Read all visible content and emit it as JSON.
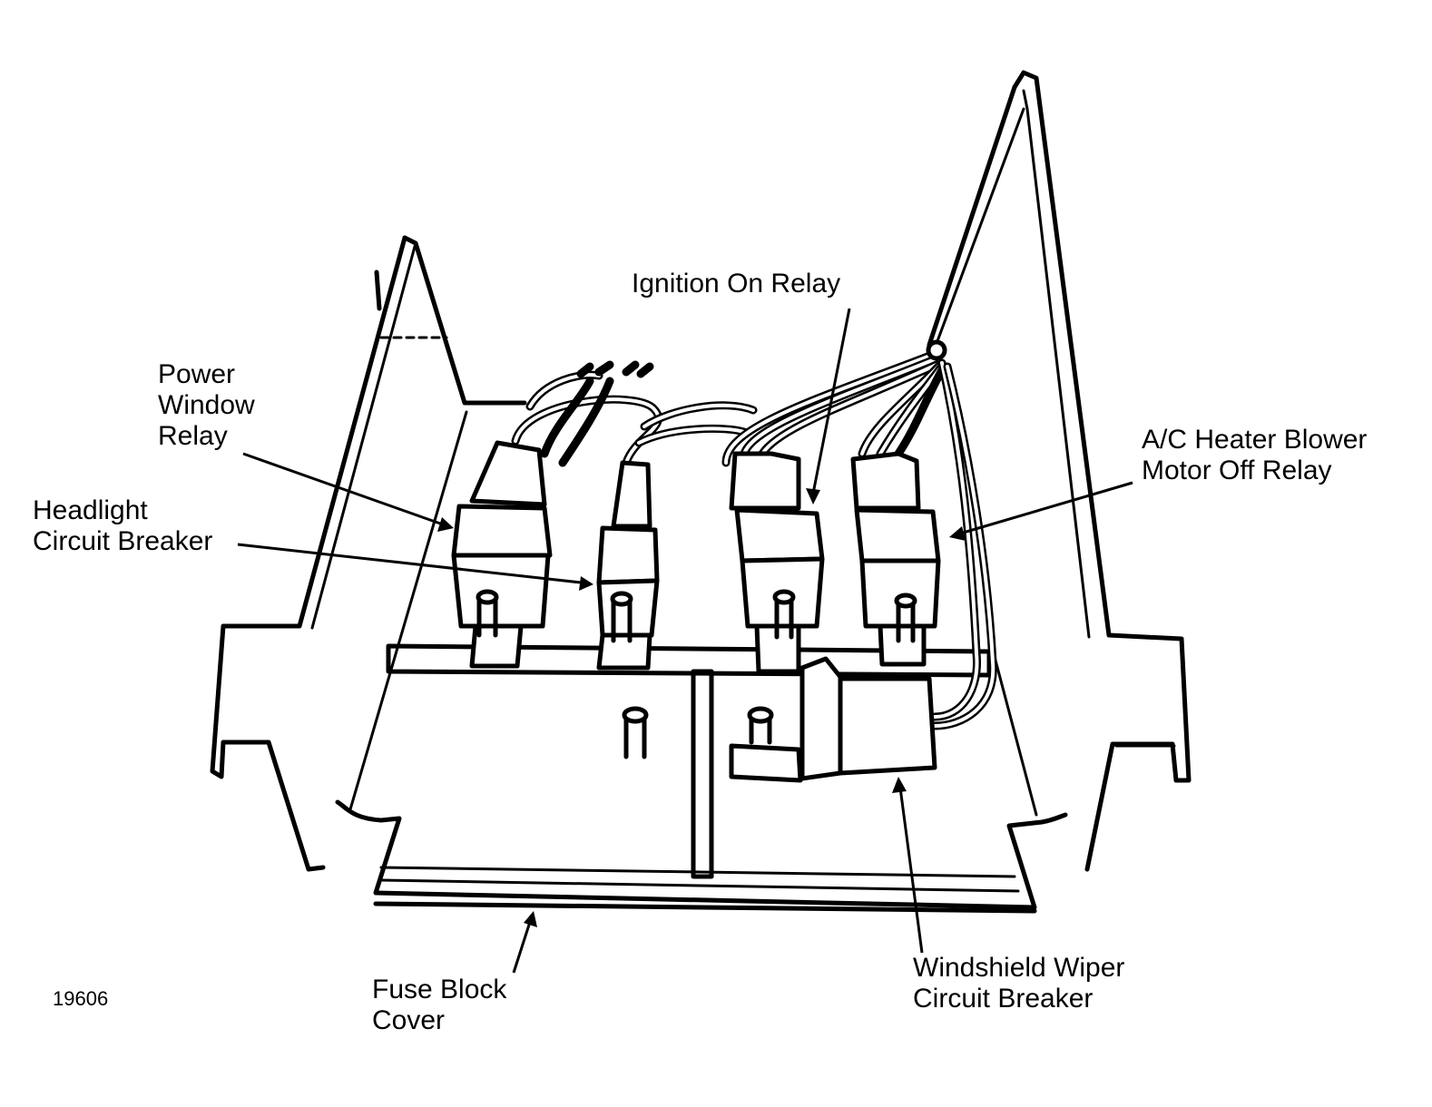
{
  "figure_number": "19606",
  "labels": {
    "ignition_on_relay": [
      "Ignition On Relay"
    ],
    "power_window_relay": [
      "Power",
      "Window",
      "Relay"
    ],
    "headlight_circuit_breaker": [
      "Headlight",
      "Circuit Breaker"
    ],
    "ac_heater_blower_relay": [
      "A/C Heater Blower",
      "Motor Off Relay"
    ],
    "windshield_wiper_circuit_breaker": [
      "Windshield Wiper",
      "Circuit Breaker"
    ],
    "fuse_block_cover": [
      "Fuse Block",
      "Cover"
    ]
  }
}
